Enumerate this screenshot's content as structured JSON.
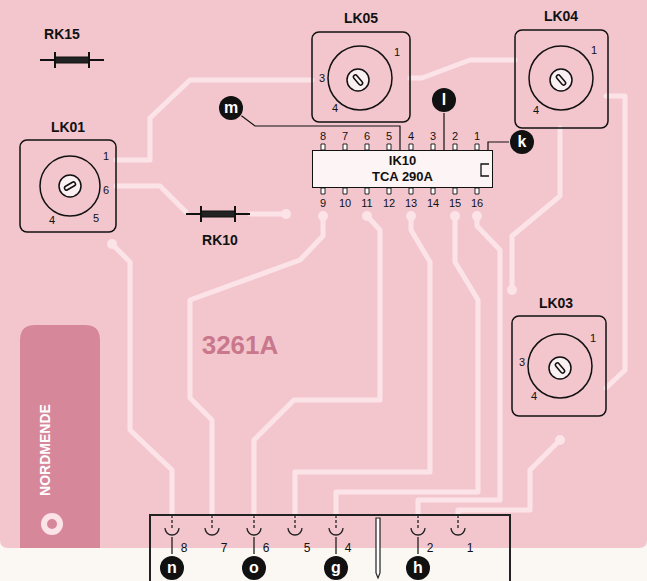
{
  "diagram": {
    "nodes": [
      {
        "text": [
          "m"
        ]
      },
      {
        "text": [
          "l"
        ]
      },
      {
        "text": [
          "IK10",
          "TCA 290A"
        ]
      },
      {
        "text": [
          "k"
        ]
      },
      {
        "text": [
          "n"
        ]
      },
      {
        "text": [
          "o"
        ]
      },
      {
        "text": [
          "g"
        ]
      },
      {
        "text": [
          "h"
        ]
      }
    ],
    "edges": [
      {
        "from": 0,
        "to": 2,
        "arrow": "none"
      },
      {
        "from": 1,
        "to": 2,
        "arrow": "none"
      },
      {
        "from": 3,
        "to": 2,
        "arrow": "none"
      }
    ],
    "labels": [
      "RK15",
      "LK05",
      "LK04",
      "1",
      "3",
      "4",
      "1",
      "4",
      "LK01",
      "1",
      "6",
      "5",
      "4",
      "RK10",
      "8",
      "7",
      "6",
      "5",
      "4",
      "3",
      "2",
      "1",
      "9",
      "10",
      "11",
      "12",
      "13",
      "14",
      "15",
      "16",
      "LK03",
      "1",
      "3",
      "4",
      "3261A",
      "NORDMENDE",
      "8",
      "7",
      "6",
      "5",
      "4",
      "2",
      "1"
    ]
  }
}
